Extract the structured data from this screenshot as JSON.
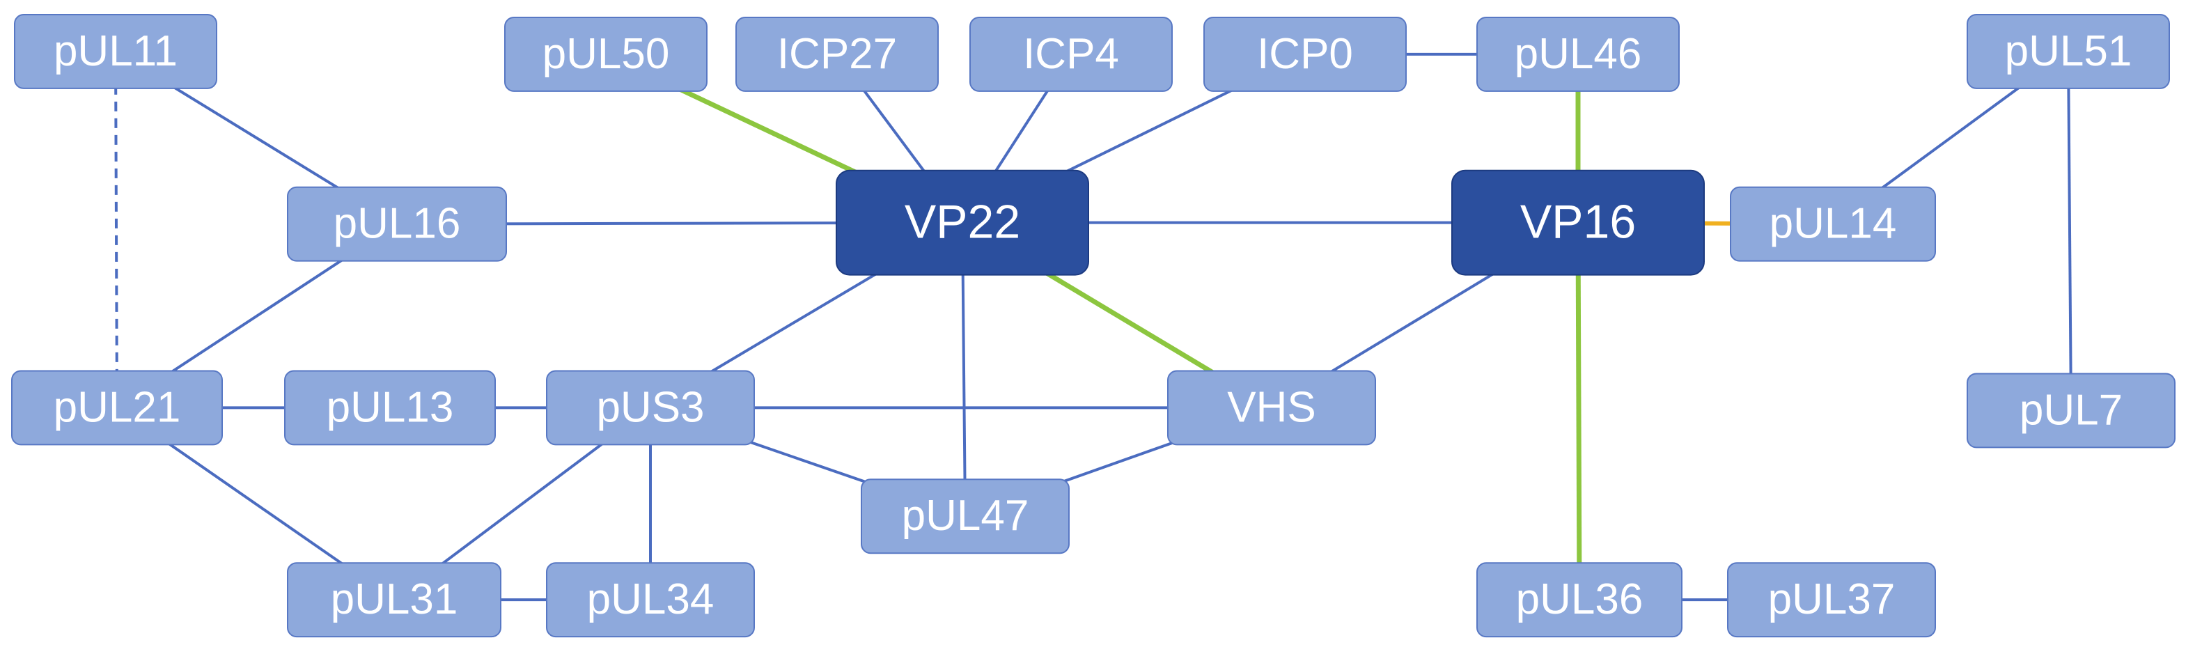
{
  "diagram": {
    "nodes": {
      "pUL11": {
        "label": "pUL11",
        "type": "peripheral"
      },
      "pUL50": {
        "label": "pUL50",
        "type": "peripheral"
      },
      "ICP27": {
        "label": "ICP27",
        "type": "peripheral"
      },
      "ICP4": {
        "label": "ICP4",
        "type": "peripheral"
      },
      "ICP0": {
        "label": "ICP0",
        "type": "peripheral"
      },
      "pUL46": {
        "label": "pUL46",
        "type": "peripheral"
      },
      "pUL51": {
        "label": "pUL51",
        "type": "peripheral"
      },
      "pUL16": {
        "label": "pUL16",
        "type": "peripheral"
      },
      "VP22": {
        "label": "VP22",
        "type": "hub"
      },
      "VP16": {
        "label": "VP16",
        "type": "hub"
      },
      "pUL14": {
        "label": "pUL14",
        "type": "peripheral"
      },
      "pUL21": {
        "label": "pUL21",
        "type": "peripheral"
      },
      "pUL13": {
        "label": "pUL13",
        "type": "peripheral"
      },
      "pUS3": {
        "label": "pUS3",
        "type": "peripheral"
      },
      "VHS": {
        "label": "VHS",
        "type": "peripheral"
      },
      "pUL7": {
        "label": "pUL7",
        "type": "peripheral"
      },
      "pUL47": {
        "label": "pUL47",
        "type": "peripheral"
      },
      "pUL31": {
        "label": "pUL31",
        "type": "peripheral"
      },
      "pUL34": {
        "label": "pUL34",
        "type": "peripheral"
      },
      "pUL36": {
        "label": "pUL36",
        "type": "peripheral"
      },
      "pUL37": {
        "label": "pUL37",
        "type": "peripheral"
      }
    },
    "edges": [
      {
        "from": "pUL11",
        "to": "pUL21",
        "style": "dashed"
      },
      {
        "from": "pUL11",
        "to": "pUL16",
        "style": "solid"
      },
      {
        "from": "pUL21",
        "to": "pUL16",
        "style": "solid"
      },
      {
        "from": "pUL16",
        "to": "VP22",
        "style": "solid"
      },
      {
        "from": "pUL50",
        "to": "VP22",
        "style": "green"
      },
      {
        "from": "ICP27",
        "to": "VP22",
        "style": "solid"
      },
      {
        "from": "ICP4",
        "to": "VP22",
        "style": "solid"
      },
      {
        "from": "ICP0",
        "to": "VP22",
        "style": "solid"
      },
      {
        "from": "ICP0",
        "to": "pUL46",
        "style": "solid"
      },
      {
        "from": "pUL46",
        "to": "VP16",
        "style": "green"
      },
      {
        "from": "VP22",
        "to": "VP16",
        "style": "solid"
      },
      {
        "from": "VP16",
        "to": "pUL14",
        "style": "orange"
      },
      {
        "from": "pUL51",
        "to": "pUL14",
        "style": "solid"
      },
      {
        "from": "pUL51",
        "to": "pUL7",
        "style": "solid"
      },
      {
        "from": "VP22",
        "to": "pUS3",
        "style": "solid"
      },
      {
        "from": "VP22",
        "to": "pUL47",
        "style": "solid"
      },
      {
        "from": "VP22",
        "to": "VHS",
        "style": "green"
      },
      {
        "from": "VP16",
        "to": "VHS",
        "style": "solid"
      },
      {
        "from": "VP16",
        "to": "pUL36",
        "style": "green"
      },
      {
        "from": "pUL36",
        "to": "pUL37",
        "style": "solid"
      },
      {
        "from": "pUL21",
        "to": "pUL13",
        "style": "solid"
      },
      {
        "from": "pUL13",
        "to": "pUS3",
        "style": "solid"
      },
      {
        "from": "pUS3",
        "to": "VHS",
        "style": "solid"
      },
      {
        "from": "pUS3",
        "to": "pUL47",
        "style": "solid"
      },
      {
        "from": "pUL47",
        "to": "VHS",
        "style": "solid"
      },
      {
        "from": "pUS3",
        "to": "pUL31",
        "style": "solid"
      },
      {
        "from": "pUS3",
        "to": "pUL34",
        "style": "solid"
      },
      {
        "from": "pUL21",
        "to": "pUL31",
        "style": "solid"
      },
      {
        "from": "pUL31",
        "to": "pUL34",
        "style": "solid"
      }
    ]
  },
  "colors": {
    "node_fill": "#8ea9dc",
    "node_border": "#5878c4",
    "hub_fill": "#2b4f9e",
    "hub_border": "#1c3a80",
    "node_text": "#ffffff",
    "edge_default": "#4b6cc0",
    "edge_green": "#8cc63f",
    "edge_orange": "#f0b020"
  }
}
